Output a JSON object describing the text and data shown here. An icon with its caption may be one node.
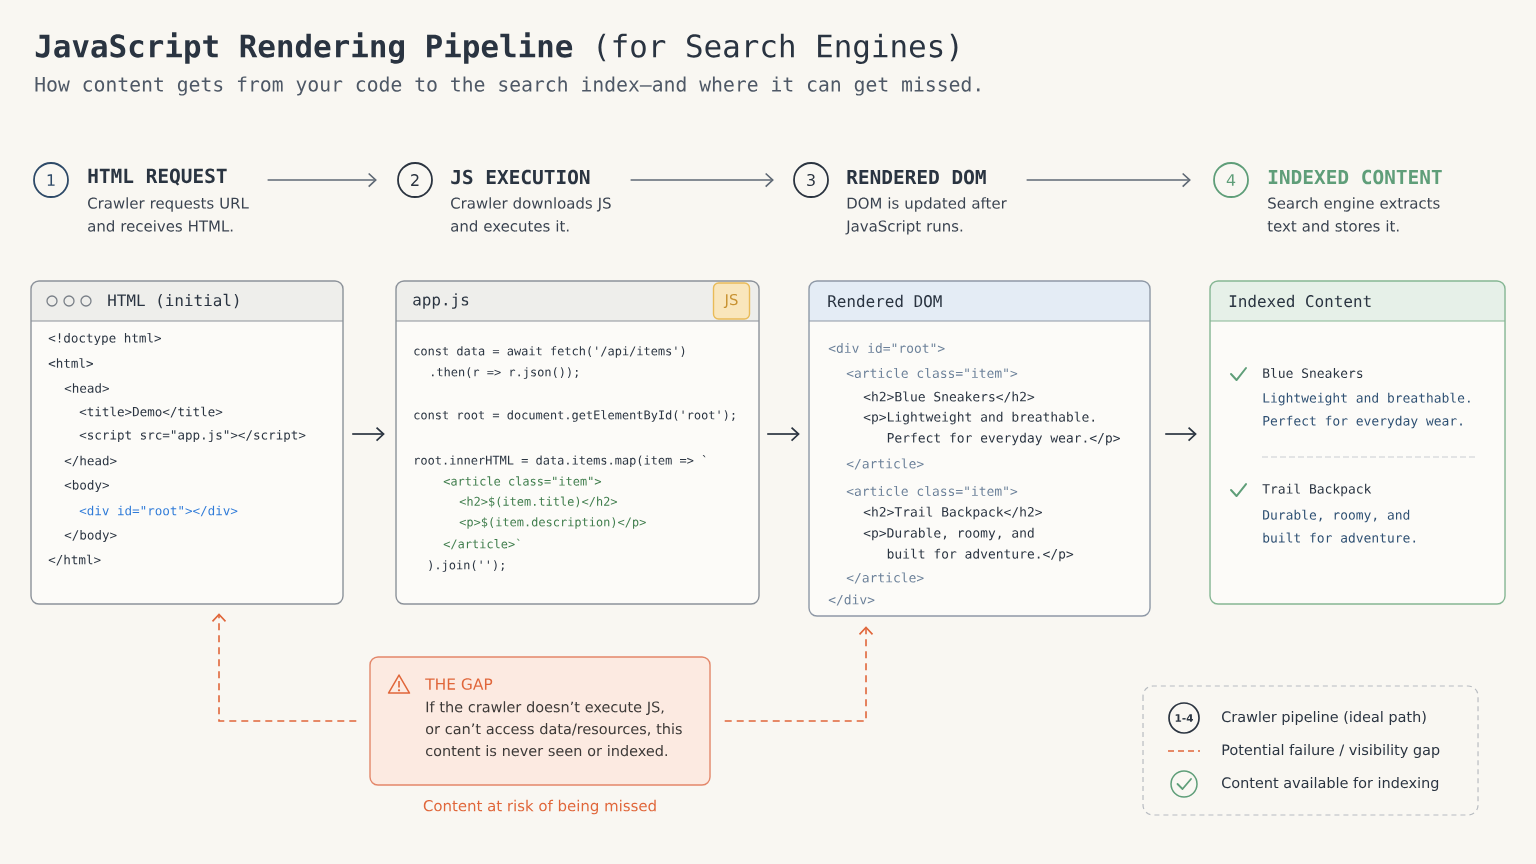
{
  "diagram": {
    "title": "**JavaScript Rendering Pipeline** (for Search Engines)",
    "nodes": [
      {
        "text": [
          "1",
          "HTML REQUEST",
          "Crawler requests URL and receives HTML."
        ]
      },
      {
        "text": [
          "2",
          "JS EXECUTION",
          "Crawler downloads JS and executes it."
        ]
      },
      {
        "text": [
          "3",
          "RENDERED DOM",
          "DOM is updated after JavaScript runs."
        ]
      },
      {
        "text": [
          "4",
          "INDEXED CONTENT",
          "Search engine extracts text and stores it."
        ]
      },
      {
        "text": [
          "HTML (initial)",
          "<!doctype html>",
          "<html>",
          "<head>",
          "<title>Demo</title>",
          "<script src=\"app.js\"></script>",
          "</head>",
          "<body>",
          "<div id=\"root\"></div>",
          "</body>",
          "</html>"
        ]
      },
      {
        "text": [
          "app.js",
          "const data = await fetch('/api/items')",
          ".then(r => r.json());",
          "const root = document.getElementById('root');",
          "root.innerHTML = data.items.map(item => `",
          "<article class=\"item\">",
          "<h2>$(item.title)</h2>",
          "<p>$(item.description)</p>",
          "</article>`",
          ").join('');"
        ]
      },
      {
        "text": [
          "JS"
        ],
        "in": 5
      },
      {
        "text": [
          "Rendered DOM",
          "<div id=\"root\">",
          "<article class=\"item\">",
          "<h2>Blue Sneakers</h2>",
          "<p>Lightweight and breathable. Perfect for everyday wear.</p>",
          "</article>",
          "<article class=\"item\">",
          "<h2>Trail Backpack</h2>",
          "<p>Durable, roomy, and built for adventure.</p>",
          "</article>",
          "</div>"
        ]
      },
      {
        "text": [
          "Indexed Content",
          "Blue Sneakers",
          "Lightweight and breathable. Perfect for everyday wear.",
          "Trail Backpack",
          "Durable, roomy, and built for adventure."
        ]
      },
      {
        "text": [
          "THE GAP",
          "If the crawler doesn’t execute JS, or can’t access data/resources, this content is never seen or indexed."
        ],
        "beside": [
          "Content at risk of being missed"
        ]
      },
      {
        "text": [
          "1-4"
        ]
      }
    ],
    "edges": [
      {
        "from": 0,
        "to": 1,
        "arrow": "to"
      },
      {
        "from": 1,
        "to": 2,
        "arrow": "to"
      },
      {
        "from": 2,
        "to": 3,
        "arrow": "to"
      },
      {
        "from": 4,
        "to": 5,
        "arrow": "to",
        "color": "#2b3440"
      },
      {
        "from": 5,
        "to": 7,
        "arrow": "to",
        "color": "#2b3440"
      },
      {
        "from": 7,
        "to": 8,
        "arrow": "to",
        "color": "#2b3440"
      },
      {
        "from": 9,
        "to": 4,
        "arrow": "to",
        "style": "dashed",
        "color": "#e0663a"
      },
      {
        "from": 9,
        "to": 7,
        "arrow": "to",
        "style": "dashed",
        "color": "#e0663a"
      }
    ],
    "labels": [
      "How content gets from your code to the search index—and where it can get missed."
    ],
    "legend": [
      {
        "text": "Crawler pipeline (ideal path)"
      },
      {
        "text": "Potential failure / visibility gap"
      },
      {
        "text": "Content available for indexing"
      }
    ]
  }
}
